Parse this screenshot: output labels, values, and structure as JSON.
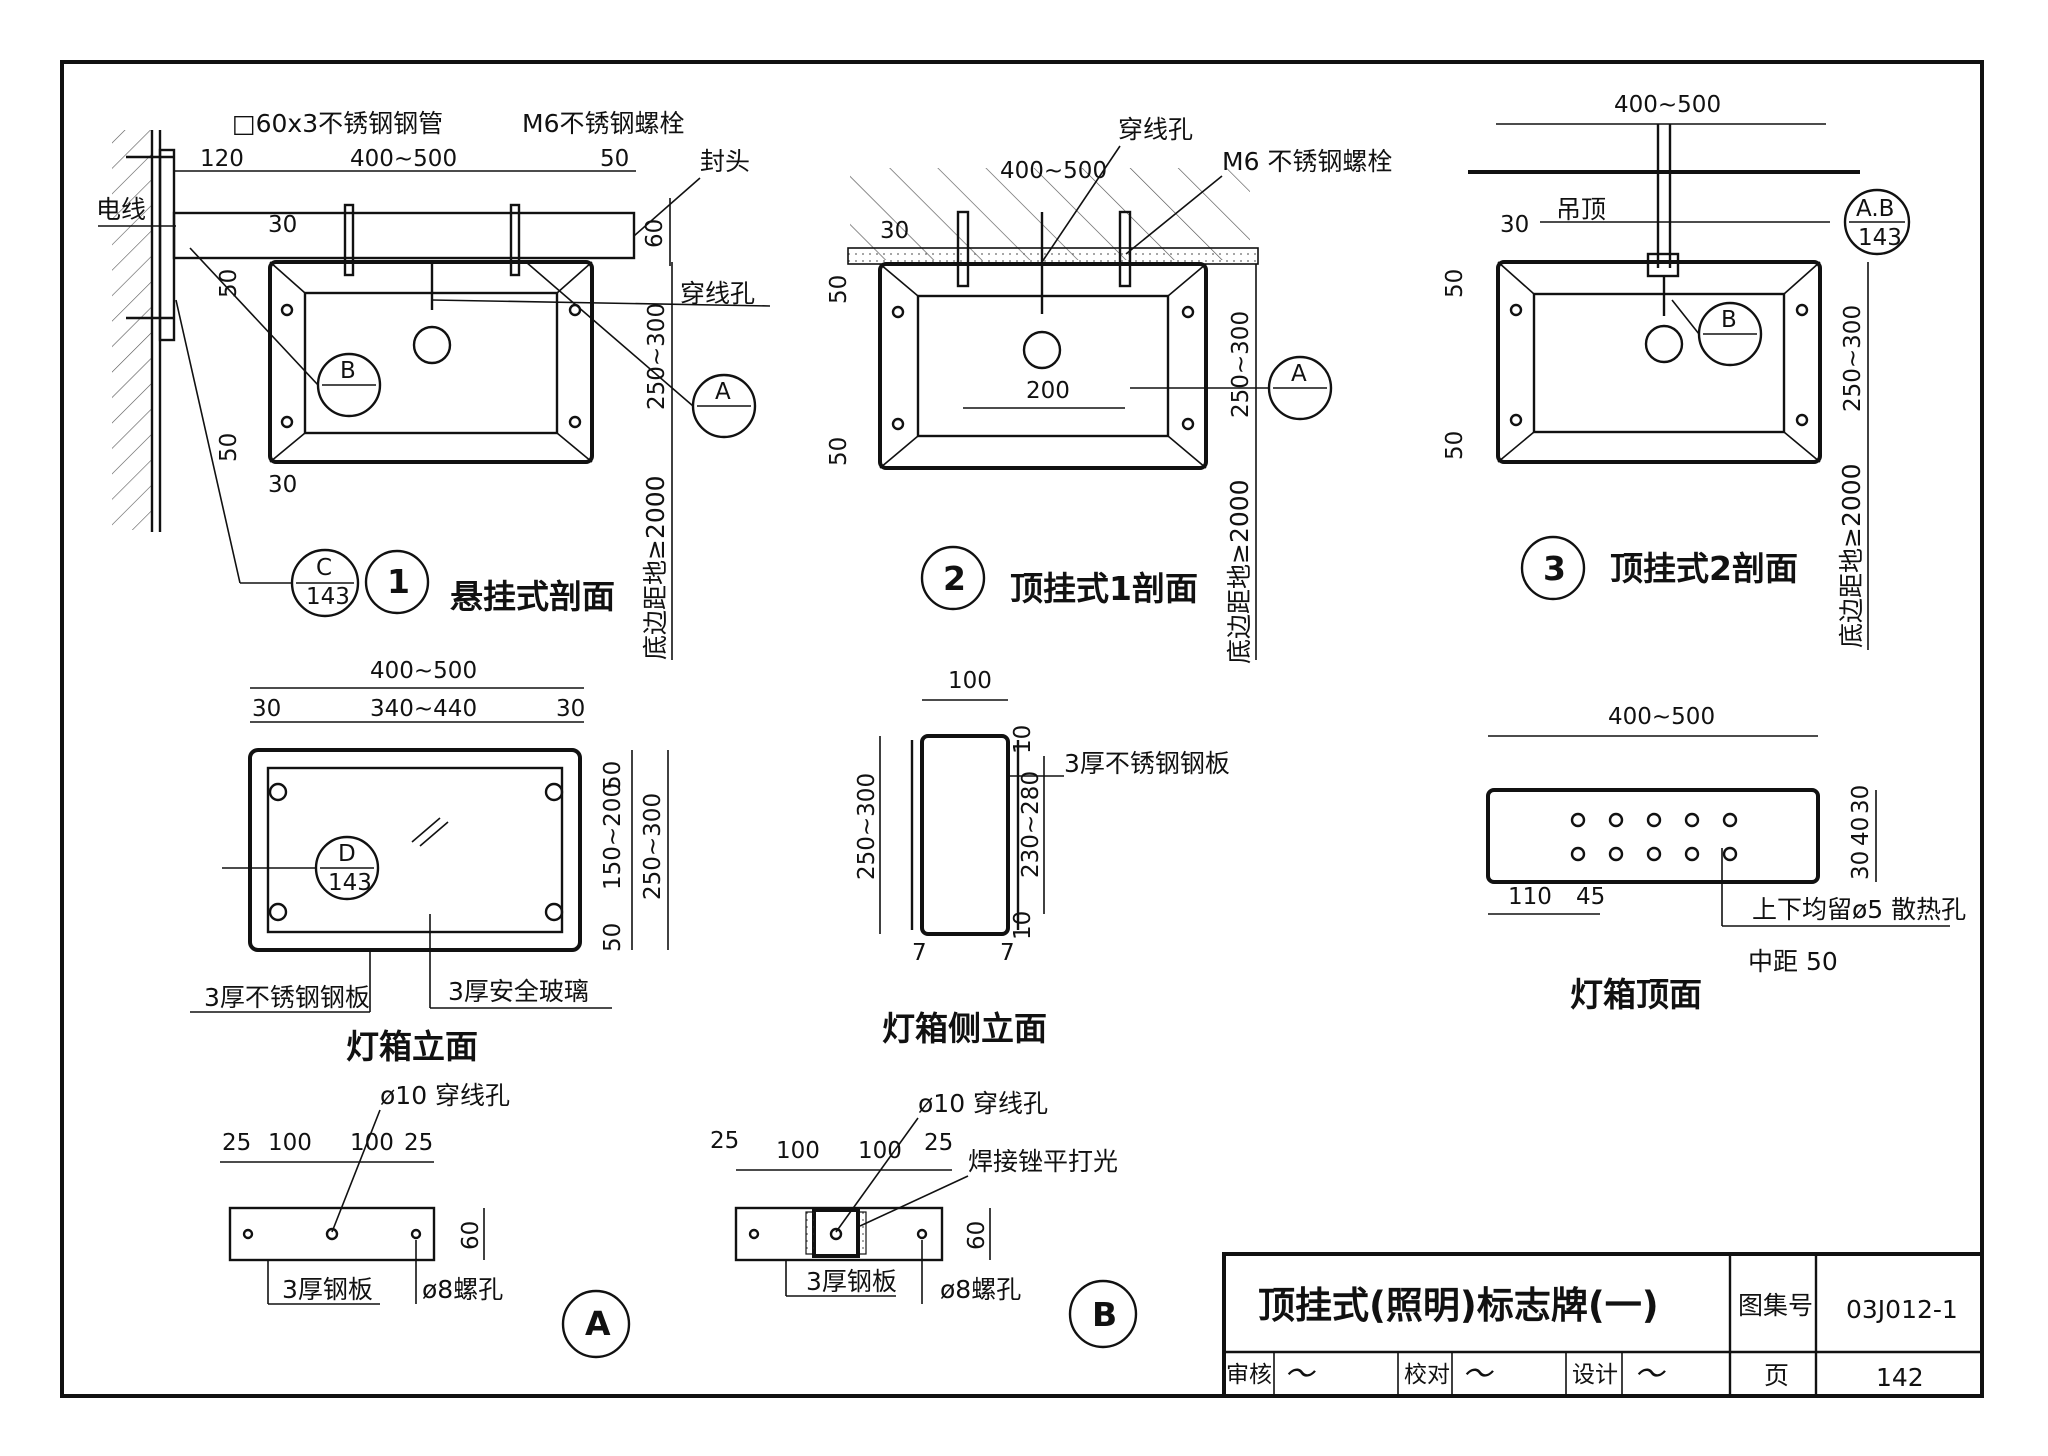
{
  "sheet": {
    "title": "顶挂式(照明)标志牌(一)",
    "atlas_label": "图集号",
    "atlas_no": "03J012-1",
    "page_label": "页",
    "page_no": "142",
    "review_label": "审核",
    "check_label": "校对",
    "design_label": "设计"
  },
  "view1": {
    "title": "悬挂式剖面",
    "number": "1",
    "pipe": "□60x3不锈钢钢管",
    "bolt": "M6不锈钢螺栓",
    "cap": "封头",
    "hole": "穿线孔",
    "wire": "电线",
    "d120": "120",
    "d400_500": "400~500",
    "d50": "50",
    "d60": "60",
    "d30": "30",
    "d250_300": "250~300",
    "d50b": "50",
    "d50c": "50",
    "d30b": "30",
    "height": "底边距地≥2000",
    "ref_b_letter": "B",
    "ref_a_letter": "A",
    "ref_c_letter": "C",
    "ref_c_page": "143"
  },
  "view2": {
    "title": "顶挂式1剖面",
    "number": "2",
    "hole": "穿线孔",
    "bolt": "M6 不锈钢螺栓",
    "d400_500": "400~500",
    "d30": "30",
    "d50": "50",
    "d50b": "50",
    "d200": "200",
    "d250_300": "250~300",
    "height": "底边距地≥2000",
    "ref_a_letter": "A"
  },
  "view3": {
    "title": "顶挂式2剖面",
    "number": "3",
    "ceiling": "吊顶",
    "d400_500": "400~500",
    "d30": "30",
    "d50": "50",
    "d50b": "50",
    "d250_300": "250~300",
    "height": "底边距地≥2000",
    "ref_ab_letter": "A.B",
    "ref_ab_page": "143",
    "ref_b_letter": "B"
  },
  "elev": {
    "title": "灯箱立面",
    "d400_500": "400~500",
    "d30a": "30",
    "d340_440": "340~440",
    "d30b": "30",
    "d50a": "50",
    "d150_200": "150~200",
    "d250_300": "250~300",
    "d50b": "50",
    "plate": "3厚不锈钢钢板",
    "glass": "3厚安全玻璃",
    "ref_d_letter": "D",
    "ref_d_page": "143"
  },
  "side": {
    "title": "灯箱侧立面",
    "d100": "100",
    "d10a": "10",
    "d10b": "10",
    "plate": "3厚不锈钢钢板",
    "d250_300": "250~300",
    "d230_280": "230~280",
    "d7a": "7",
    "d7b": "7"
  },
  "top": {
    "title": "灯箱顶面",
    "d400_500": "400~500",
    "d30": "30",
    "d40": "40",
    "d30b": "30",
    "d110": "110",
    "d45": "45",
    "holes": "上下均留ø5 散热孔",
    "pitch": "中距 50"
  },
  "detA": {
    "letter": "A",
    "hole": "ø10 穿线孔",
    "d25a": "25",
    "d100a": "100",
    "d100b": "100",
    "d25b": "25",
    "d60": "60",
    "plate": "3厚钢板",
    "bolt": "ø8螺孔"
  },
  "detB": {
    "letter": "B",
    "hole": "ø10 穿线孔",
    "weld": "焊接锉平打光",
    "d25a": "25",
    "d100a": "100",
    "d100b": "100",
    "d25b": "25",
    "d60": "60",
    "plate": "3厚钢板",
    "bolt": "ø8螺孔"
  },
  "colors": {
    "ink": "#111111",
    "paper": "#ffffff"
  }
}
